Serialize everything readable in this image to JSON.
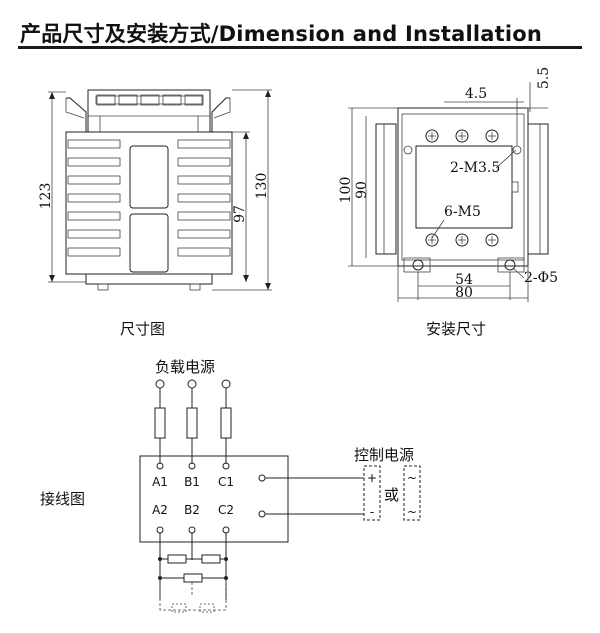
{
  "header": {
    "title": "产品尺寸及安装方式/Dimension and  Installation"
  },
  "captions": {
    "dimension_drawing": "尺寸图",
    "mounting_size": "安装尺寸",
    "wiring_diagram": "接线图"
  },
  "dimension_drawing": {
    "dims": {
      "height_total": "123",
      "height_130": "130",
      "height_97": "97"
    }
  },
  "mounting_drawing": {
    "dims": {
      "top_offset": "4.5",
      "corner_offset": "5.5",
      "height_100": "100",
      "height_90": "90",
      "width_54": "54",
      "width_80": "80",
      "screw_m35": "2-M3.5",
      "screw_m5": "6-M5",
      "hole_phi5": "2-Φ5"
    }
  },
  "wiring": {
    "load_supply": "负载电源",
    "control_supply": "控制电源",
    "or": "或",
    "plus": "+",
    "minus": "-",
    "tilde": "~",
    "terminals_top": [
      "A1",
      "B1",
      "C1"
    ],
    "terminals_bottom": [
      "A2",
      "B2",
      "C2"
    ]
  }
}
